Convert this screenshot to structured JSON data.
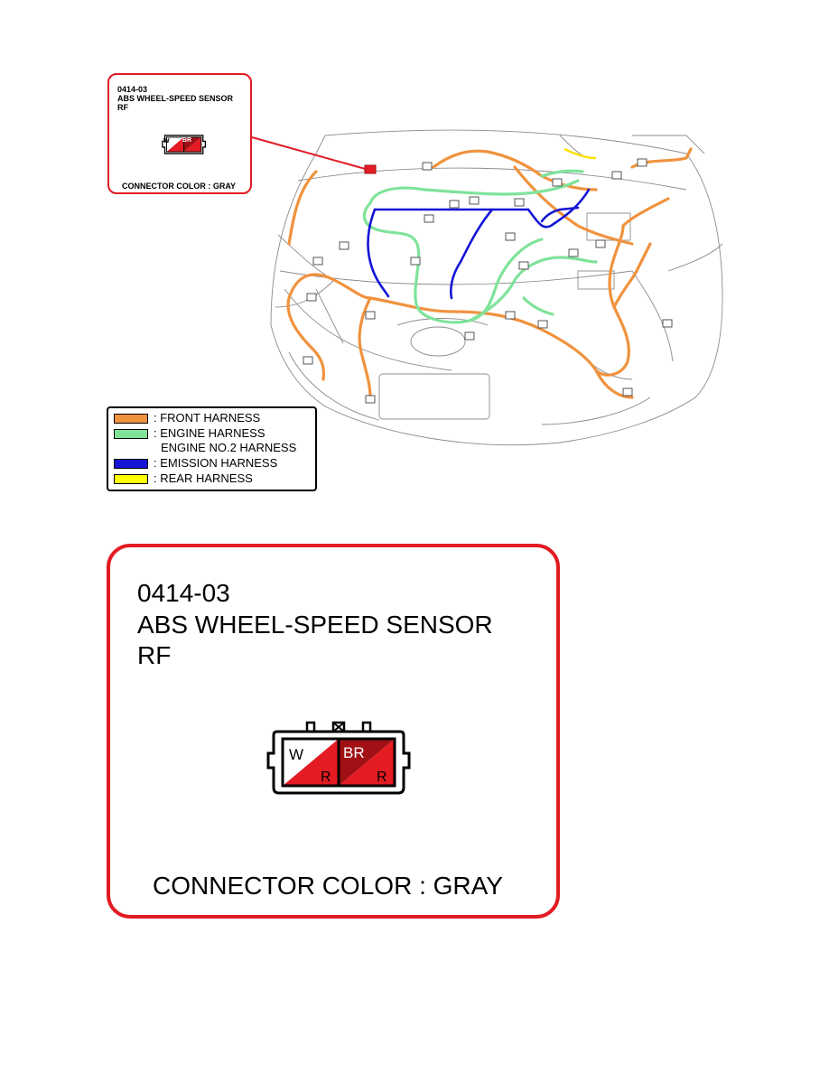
{
  "callout_small": {
    "code": "0414-03",
    "name": "ABS WHEEL-SPEED SENSOR",
    "position": "RF",
    "connector_color": "CONNECTOR COLOR : GRAY"
  },
  "connector": {
    "left_top": "W",
    "left_bottom": "R",
    "right_top": "BR",
    "right_bottom": "R"
  },
  "legend": {
    "items": [
      {
        "color": "#f0923e",
        "label": ": FRONT HARNESS"
      },
      {
        "color": "#7fe39a",
        "label": ": ENGINE HARNESS",
        "label2": "ENGINE NO.2 HARNESS"
      },
      {
        "color": "#1515d6",
        "label": ": EMISSION HARNESS"
      },
      {
        "color": "#ffff00",
        "label": ": REAR HARNESS"
      }
    ]
  },
  "callout_large": {
    "code": "0414-03",
    "name": "ABS WHEEL-SPEED SENSOR",
    "position": "RF",
    "connector_color": "CONNECTOR COLOR : GRAY"
  },
  "colors": {
    "callout_border": "#e31b23",
    "connector_red": "#e31b23",
    "connector_dark_red": "#a01014"
  }
}
